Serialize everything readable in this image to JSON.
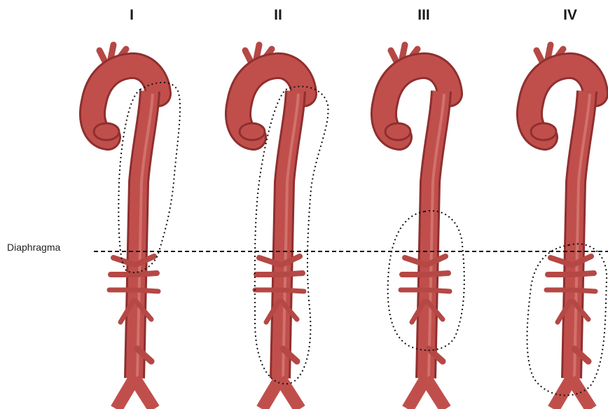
{
  "panels": [
    {
      "numeral": "I"
    },
    {
      "numeral": "II"
    },
    {
      "numeral": "III"
    },
    {
      "numeral": "IV"
    }
  ],
  "diaphragm": {
    "label": "Diaphragma"
  },
  "colors": {
    "vessel": "#c04f4c",
    "vessel_dark": "#8f2f2f",
    "vessel_highlight": "#d8807a",
    "outline": "#111111",
    "text": "#1a1a1a"
  }
}
